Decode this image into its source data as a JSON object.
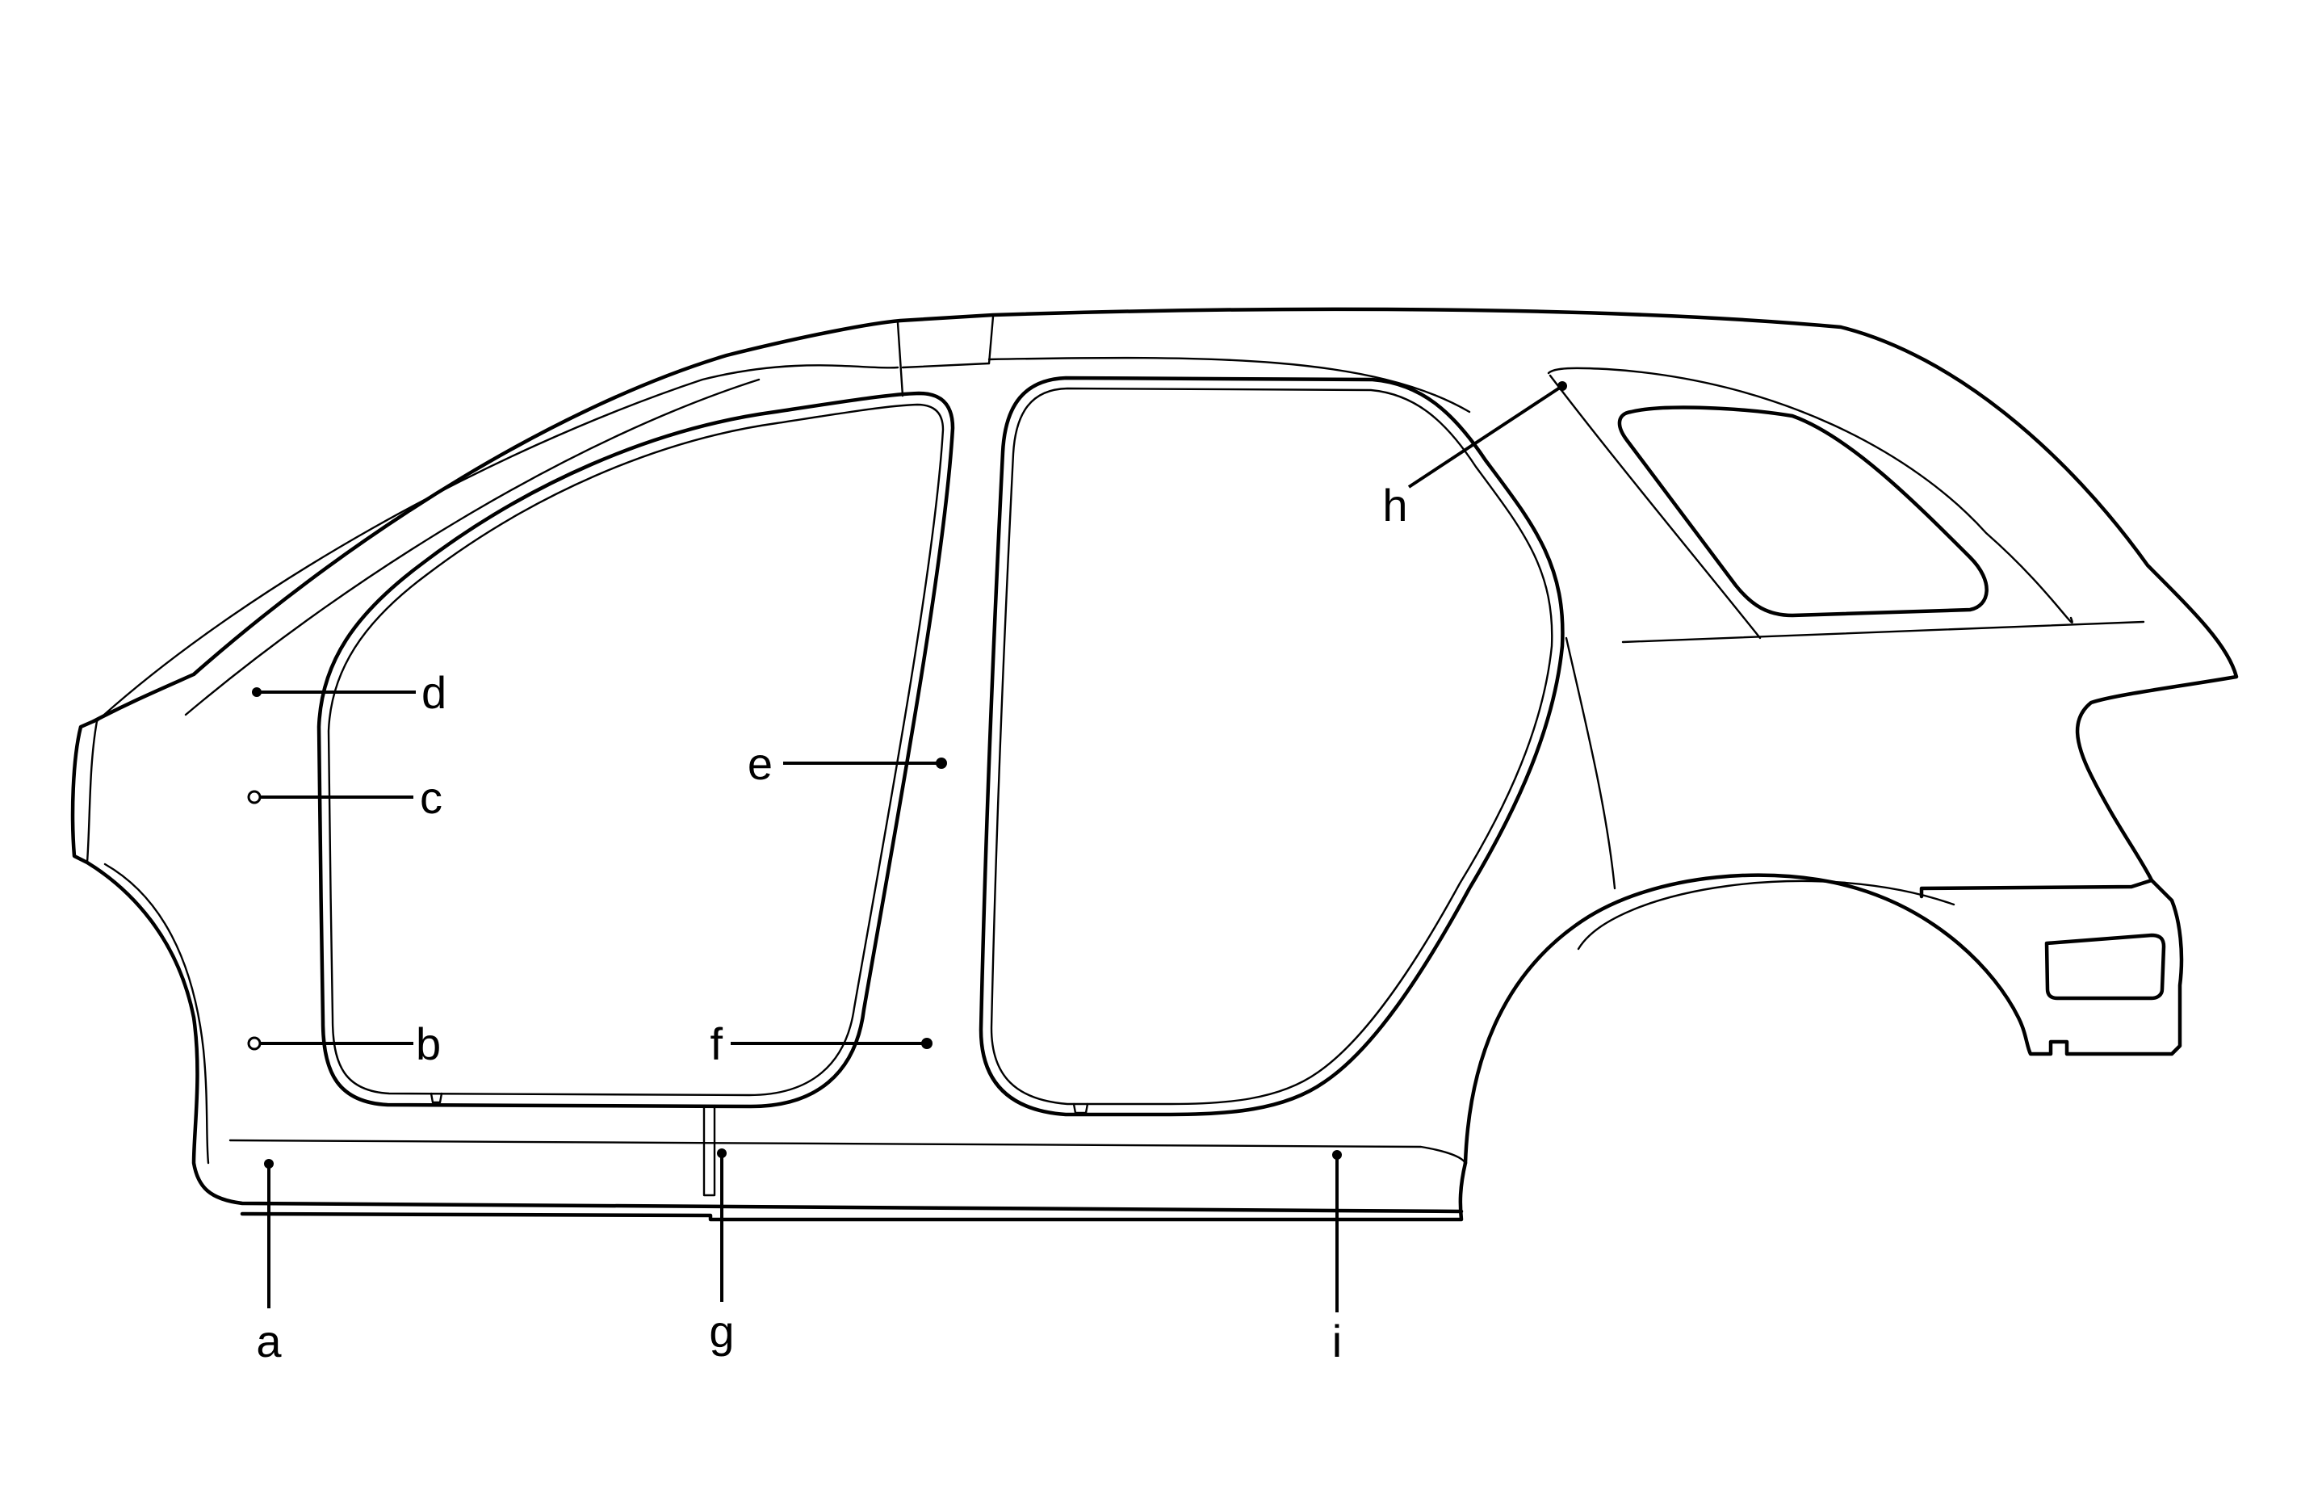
{
  "diagram": {
    "callouts": [
      {
        "id": "a",
        "label": "a"
      },
      {
        "id": "b",
        "label": "b"
      },
      {
        "id": "c",
        "label": "c"
      },
      {
        "id": "d",
        "label": "d"
      },
      {
        "id": "e",
        "label": "e"
      },
      {
        "id": "f",
        "label": "f"
      },
      {
        "id": "g",
        "label": "g"
      },
      {
        "id": "h",
        "label": "h"
      },
      {
        "id": "i",
        "label": "i"
      }
    ]
  }
}
